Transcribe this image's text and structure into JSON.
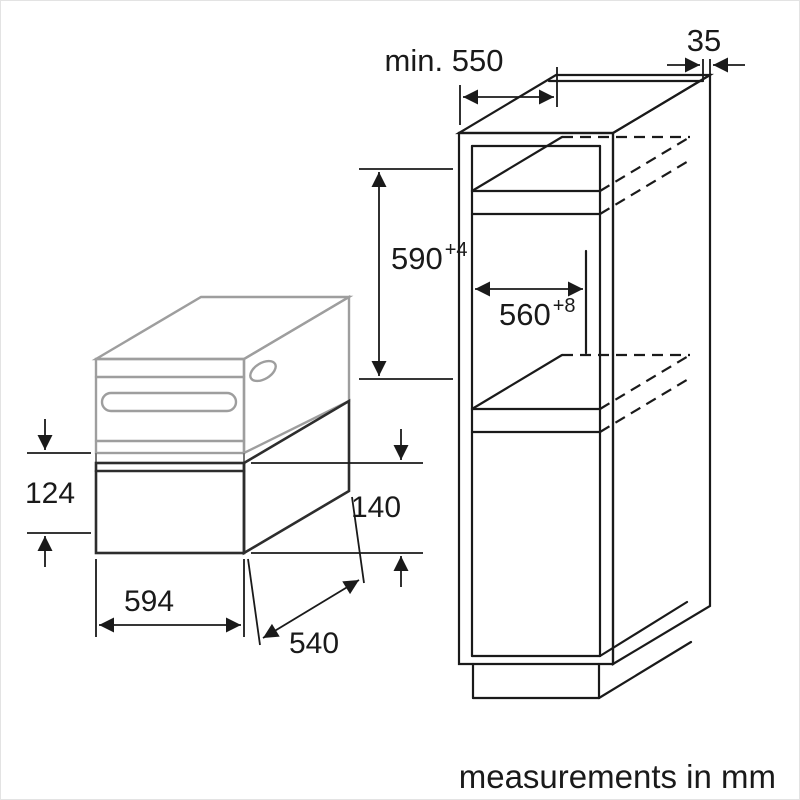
{
  "figure": {
    "kind": "appliance installation diagram",
    "footer": "measurements in mm",
    "colors": {
      "line": "#1a1a1a",
      "appliance_upper_gray": "#9e9e9e",
      "drawer_dark": "#2d2d2d"
    },
    "dimensions": {
      "niche_depth": "min. 550",
      "rear_clearance": "35",
      "niche_height_value": "590",
      "niche_height_tolerance": "+4",
      "niche_width_value": "560",
      "niche_width_tolerance": "+8",
      "left_height": "124",
      "front_height": "140",
      "front_width": "594",
      "depth": "540"
    }
  }
}
